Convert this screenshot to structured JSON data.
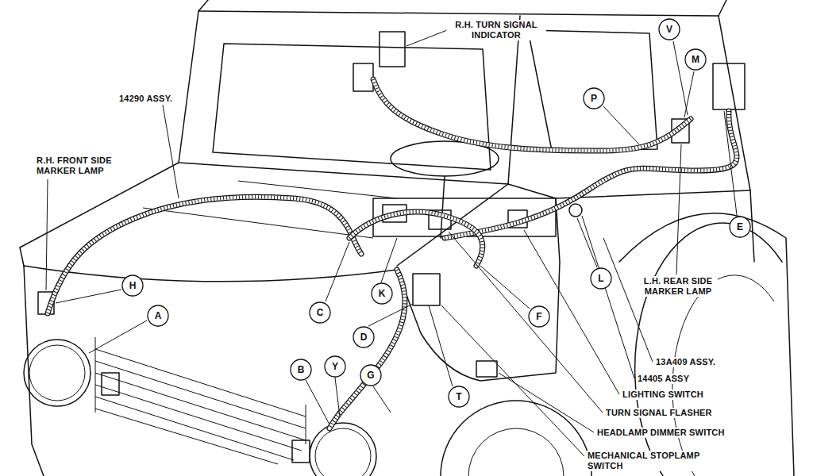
{
  "diagram": {
    "nodes": [
      {
        "text": [
          "V"
        ]
      },
      {
        "text": [
          "M"
        ]
      },
      {
        "text": [
          "P"
        ]
      },
      {
        "text": [
          "E"
        ]
      },
      {
        "text": [
          "L"
        ]
      },
      {
        "text": [
          "H"
        ]
      },
      {
        "text": [
          "K"
        ]
      },
      {
        "text": [
          "C"
        ]
      },
      {
        "text": [
          "A"
        ]
      },
      {
        "text": [
          "F"
        ]
      },
      {
        "text": [
          "D"
        ]
      },
      {
        "text": [
          "B"
        ]
      },
      {
        "text": [
          "Y"
        ]
      },
      {
        "text": [
          "G"
        ]
      },
      {
        "text": [
          "T"
        ]
      }
    ],
    "labels": [
      "R.H. TURN SIGNAL INDICATOR",
      "14290 ASSY.",
      "R.H. FRONT SIDE MARKER LAMP",
      "L.H. REAR SIDE MARKER LAMP",
      "13A409 ASSY.",
      "14405 ASSY",
      "LIGHTING SWITCH",
      "TURN SIGNAL FLASHER",
      "HEADLAMP DIMMER SWITCH",
      "MECHANICAL STOPLAMP SWITCH"
    ]
  }
}
